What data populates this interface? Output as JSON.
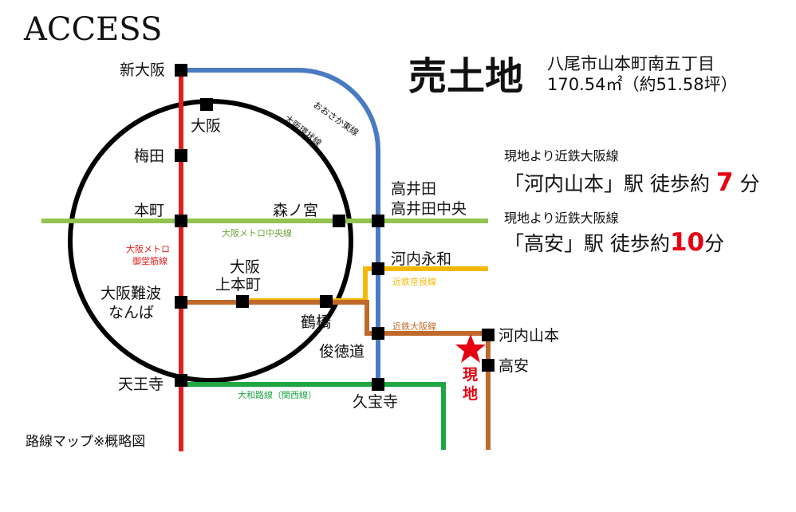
{
  "heading": "ACCESS",
  "property": {
    "type": "売土地",
    "address": "八尾市山本町南五丁目",
    "area": "170.54㎡（約51.58坪）"
  },
  "walk_info": [
    {
      "from": "現地より近鉄大阪線",
      "station": "「河内山本」駅",
      "prefix": " 徒歩約 ",
      "minutes": "7",
      "unit": " 分"
    },
    {
      "from": "現地より近鉄大阪線",
      "station": "「高安」駅",
      "prefix": " 徒歩約",
      "minutes": "10",
      "unit": "分"
    }
  ],
  "lines": {
    "osaka_higashi": "おおさか東線",
    "loop": "大阪環状線",
    "chuo": "大阪メトロ中央線",
    "midosuji_1": "大阪メトロ",
    "midosuji_2": "御堂筋線",
    "kintetsu_nara": "近鉄奈良線",
    "kintetsu_osaka": "近鉄大阪線",
    "yamatoji": "大和路線（関西線）"
  },
  "line_colors": {
    "osaka_higashi": "#4a7bc2",
    "loop": "#000000",
    "chuo": "#92c451",
    "midosuji": "#e0201e",
    "kintetsu_nara": "#f5b800",
    "kintetsu_osaka": "#c0692a",
    "yamatoji": "#1fa643"
  },
  "stations": {
    "shin_osaka": "新大阪",
    "osaka": "大阪",
    "umeda": "梅田",
    "hommachi": "本町",
    "morinomiya": "森ノ宮",
    "takaida": "高井田",
    "takaida_chuo": "高井田中央",
    "kawachi_eiwa": "河内永和",
    "uehommachi_1": "大阪",
    "uehommachi_2": "上本町",
    "namba_1": "大阪難波",
    "namba_2": "なんば",
    "tsuruhashi": "鶴橋",
    "shuntokumichi": "俊徳道",
    "tennoji": "天王寺",
    "kyuhoji": "久宝寺",
    "kawachi_yamamoto": "河内山本",
    "takayasu": "高安"
  },
  "site": {
    "label_1": "現",
    "label_2": "地",
    "icon": "star-icon",
    "color": "#e60012"
  },
  "footnote": "路線マップ※概略図"
}
